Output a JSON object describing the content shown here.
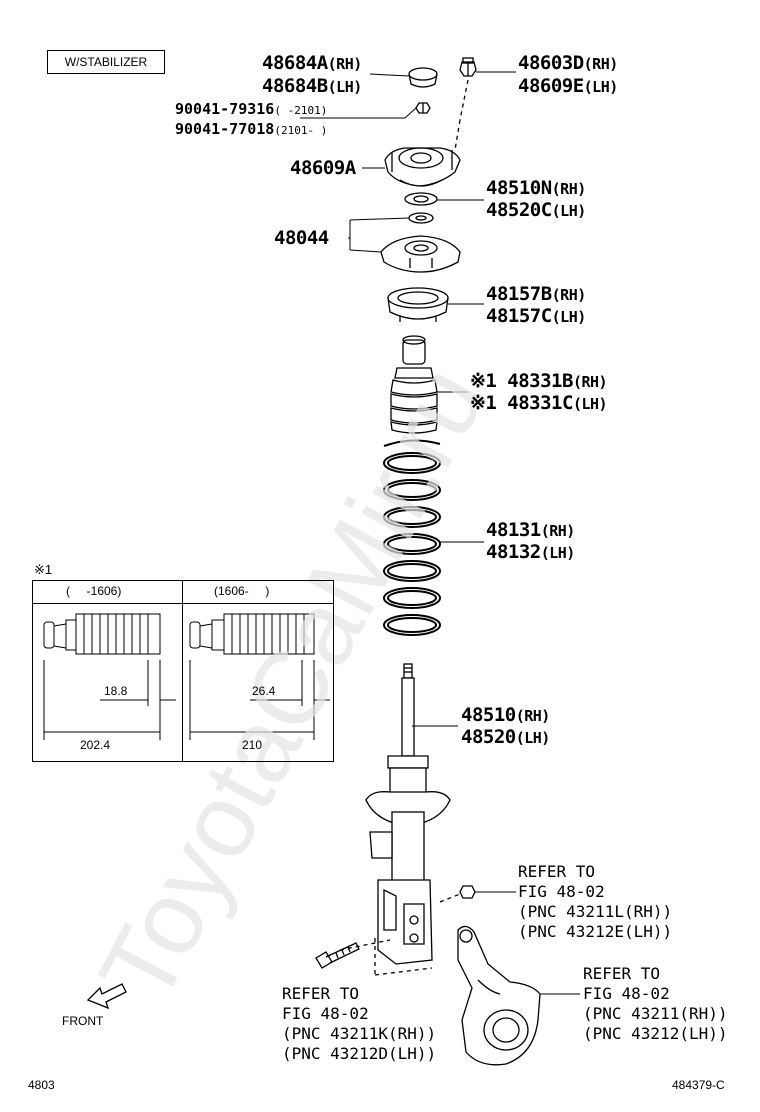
{
  "header_box": "W/STABILIZER",
  "parts": [
    {
      "id": "p1",
      "lines": [
        [
          "48684A",
          "(RH)"
        ],
        [
          "48684B",
          "(LH)"
        ]
      ]
    },
    {
      "id": "p2",
      "lines": [
        [
          "48603D",
          "(RH)"
        ],
        [
          "48609E",
          "(LH)"
        ]
      ]
    },
    {
      "id": "p3",
      "lines": [
        [
          "90041-79316",
          "(     -2101)"
        ],
        [
          "90041-77018",
          "(2101-     )"
        ]
      ]
    },
    {
      "id": "p4",
      "lines": [
        [
          "48609A",
          ""
        ]
      ]
    },
    {
      "id": "p5",
      "lines": [
        [
          "48510N",
          "(RH)"
        ],
        [
          "48520C",
          "(LH)"
        ]
      ]
    },
    {
      "id": "p6",
      "lines": [
        [
          "48044",
          ""
        ]
      ]
    },
    {
      "id": "p7",
      "lines": [
        [
          "48157B",
          "(RH)"
        ],
        [
          "48157C",
          "(LH)"
        ]
      ]
    },
    {
      "id": "p8",
      "lines": [
        [
          "※1 48331B",
          "(RH)"
        ],
        [
          "※1 48331C",
          "(LH)"
        ]
      ]
    },
    {
      "id": "p9",
      "lines": [
        [
          "48131",
          "(RH)"
        ],
        [
          "48132",
          "(LH)"
        ]
      ]
    },
    {
      "id": "p10",
      "lines": [
        [
          "48510",
          "(RH)"
        ],
        [
          "48520",
          "(LH)"
        ]
      ]
    }
  ],
  "inset": {
    "marker": "※1",
    "left_header": "(     -1606)",
    "right_header": "(1606-     )",
    "left_dims": {
      "small": "18.8",
      "total": "202.4"
    },
    "right_dims": {
      "small": "26.4",
      "total": "210"
    }
  },
  "refers": [
    {
      "id": "r1",
      "lines": [
        "REFER TO",
        "FIG 48-02",
        "(PNC 43211L(RH))",
        "(PNC 43212E(LH))"
      ]
    },
    {
      "id": "r2",
      "lines": [
        "REFER TO",
        "FIG 48-02",
        "(PNC 43211K(RH))",
        "(PNC 43212D(LH))"
      ]
    },
    {
      "id": "r3",
      "lines": [
        "REFER TO",
        "FIG 48-02",
        "(PNC 43211(RH))",
        "(PNC 43212(LH))"
      ]
    }
  ],
  "front_label": "FRONT",
  "page_code": "4803",
  "illustration_code": "484379-C",
  "watermark": "ToyotaCaMir.ru"
}
